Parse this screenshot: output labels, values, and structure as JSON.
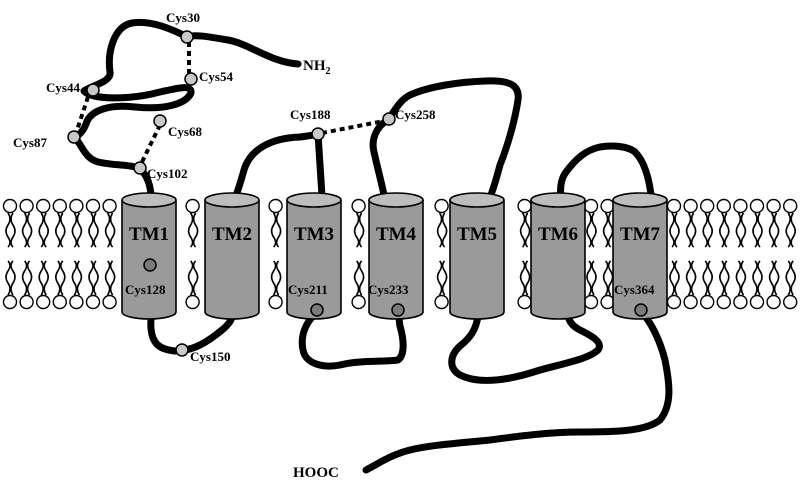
{
  "helices": [
    "TM1",
    "TM2",
    "TM3",
    "TM4",
    "TM5",
    "TM6",
    "TM7"
  ],
  "cysteines": {
    "cys30": "Cys30",
    "cys54": "Cys54",
    "cys44": "Cys44",
    "cys68": "Cys68",
    "cys87": "Cys87",
    "cys102": "Cys102",
    "cys188": "Cys188",
    "cys258": "Cys258",
    "cys128": "Cys128",
    "cys211": "Cys211",
    "cys233": "Cys233",
    "cys364": "Cys364",
    "cys150": "Cys150"
  },
  "termini": {
    "n": "NH",
    "n_sub": "2",
    "c": "HOOC"
  },
  "colors": {
    "helix_fill": "#9a9a9a",
    "helix_top": "#bdbdbd",
    "chain": "#000000",
    "cys_dot": "#c8c8c8",
    "cys_dot_dark": "#7a7a7a",
    "lipid_head": "#ffffff"
  }
}
